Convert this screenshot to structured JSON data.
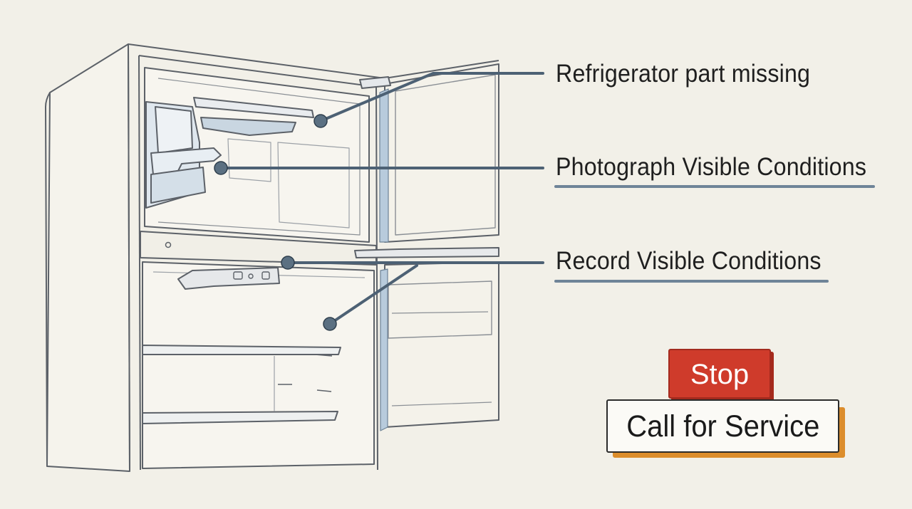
{
  "callouts": [
    {
      "label": "Refrigerator part missing"
    },
    {
      "label": "Photograph Visible Conditions"
    },
    {
      "label": "Record Visible Conditions"
    }
  ],
  "badges": {
    "stop": "Stop",
    "service": "Call for Service"
  },
  "colors": {
    "background": "#f2f0e8",
    "line_art": "#5c6168",
    "leader_line": "#4d6174",
    "underline": "#6f8498",
    "accent_blue": "#b8cbdc",
    "stop_red": "#cf3b2b",
    "service_shadow_orange": "#dc8d2c"
  }
}
